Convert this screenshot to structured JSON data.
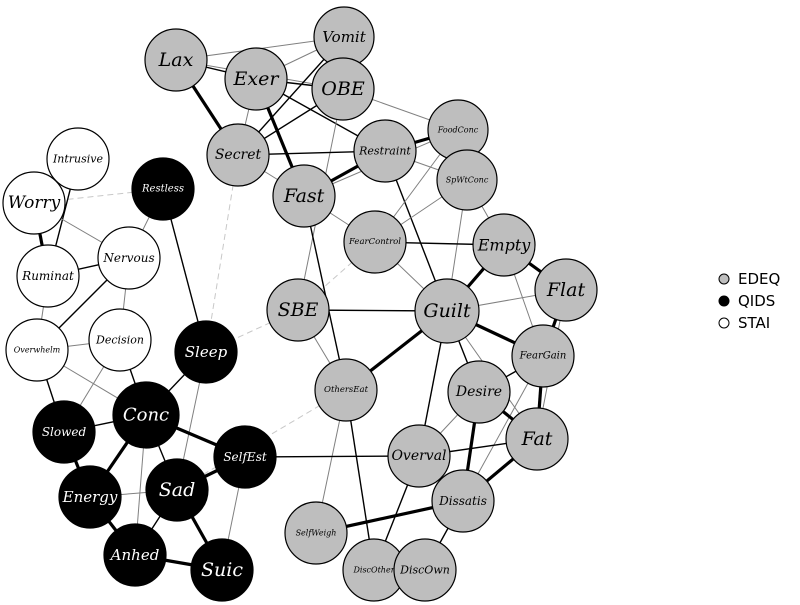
{
  "colors": {
    "EDEQ": "#bebebe",
    "QIDS": "#000000",
    "STAI": "#ffffff",
    "node_stroke": "#000000",
    "edge_dark": "#000000",
    "edge_mid": "#808080",
    "edge_light": "#c8c8c8"
  },
  "legend": [
    {
      "group": "EDEQ",
      "label": "EDEQ"
    },
    {
      "group": "QIDS",
      "label": "QIDS"
    },
    {
      "group": "STAI",
      "label": "STAI"
    }
  ],
  "nodes": [
    {
      "id": "Lax",
      "label": "Lax",
      "group": "EDEQ"
    },
    {
      "id": "Exer",
      "label": "Exer",
      "group": "EDEQ"
    },
    {
      "id": "Vomit",
      "label": "Vomit",
      "group": "EDEQ"
    },
    {
      "id": "OBE",
      "label": "OBE",
      "group": "EDEQ"
    },
    {
      "id": "Secret",
      "label": "Secret",
      "group": "EDEQ"
    },
    {
      "id": "Restraint",
      "label": "Restraint",
      "group": "EDEQ"
    },
    {
      "id": "FoodConc",
      "label": "FoodConc",
      "group": "EDEQ"
    },
    {
      "id": "Fast",
      "label": "Fast",
      "group": "EDEQ"
    },
    {
      "id": "SpWtConc",
      "label": "SpWtConc",
      "group": "EDEQ"
    },
    {
      "id": "FearControl",
      "label": "FearControl",
      "group": "EDEQ"
    },
    {
      "id": "Empty",
      "label": "Empty",
      "group": "EDEQ"
    },
    {
      "id": "Flat",
      "label": "Flat",
      "group": "EDEQ"
    },
    {
      "id": "SBE",
      "label": "SBE",
      "group": "EDEQ"
    },
    {
      "id": "Guilt",
      "label": "Guilt",
      "group": "EDEQ"
    },
    {
      "id": "FearGain",
      "label": "FearGain",
      "group": "EDEQ"
    },
    {
      "id": "OthersEat",
      "label": "OthersEat",
      "group": "EDEQ"
    },
    {
      "id": "Desire",
      "label": "Desire",
      "group": "EDEQ"
    },
    {
      "id": "Fat",
      "label": "Fat",
      "group": "EDEQ"
    },
    {
      "id": "Overval",
      "label": "Overval",
      "group": "EDEQ"
    },
    {
      "id": "Dissatis",
      "label": "Dissatis",
      "group": "EDEQ"
    },
    {
      "id": "SelfWeigh",
      "label": "SelfWeigh",
      "group": "EDEQ"
    },
    {
      "id": "DiscOther",
      "label": "DiscOther",
      "group": "EDEQ"
    },
    {
      "id": "DiscOwn",
      "label": "DiscOwn",
      "group": "EDEQ"
    },
    {
      "id": "Restless",
      "label": "Restless",
      "group": "QIDS"
    },
    {
      "id": "Sleep",
      "label": "Sleep",
      "group": "QIDS"
    },
    {
      "id": "Conc",
      "label": "Conc",
      "group": "QIDS"
    },
    {
      "id": "Slowed",
      "label": "Slowed",
      "group": "QIDS"
    },
    {
      "id": "SelfEst",
      "label": "SelfEst",
      "group": "QIDS"
    },
    {
      "id": "Energy",
      "label": "Energy",
      "group": "QIDS"
    },
    {
      "id": "Sad",
      "label": "Sad",
      "group": "QIDS"
    },
    {
      "id": "Anhed",
      "label": "Anhed",
      "group": "QIDS"
    },
    {
      "id": "Suic",
      "label": "Suic",
      "group": "QIDS"
    },
    {
      "id": "Intrusive",
      "label": "Intrusive",
      "group": "STAI"
    },
    {
      "id": "Worry",
      "label": "Worry",
      "group": "STAI"
    },
    {
      "id": "Nervous",
      "label": "Nervous",
      "group": "STAI"
    },
    {
      "id": "Ruminat",
      "label": "Ruminat",
      "group": "STAI"
    },
    {
      "id": "Overwhelm",
      "label": "Overwhelm",
      "group": "STAI"
    },
    {
      "id": "Decision",
      "label": "Decision",
      "group": "STAI"
    }
  ],
  "edges": [
    {
      "from": "Lax",
      "to": "Exer",
      "strength": "mid"
    },
    {
      "from": "Lax",
      "to": "Vomit",
      "strength": "weak"
    },
    {
      "from": "Lax",
      "to": "Secret",
      "strength": "strong"
    },
    {
      "from": "Lax",
      "to": "OBE",
      "strength": "weak"
    },
    {
      "from": "Exer",
      "to": "Vomit",
      "strength": "weak"
    },
    {
      "from": "Exer",
      "to": "OBE",
      "strength": "mid"
    },
    {
      "from": "Exer",
      "to": "Fast",
      "strength": "strong"
    },
    {
      "from": "Exer",
      "to": "Restraint",
      "strength": "mid"
    },
    {
      "from": "Exer",
      "to": "Secret",
      "strength": "weak"
    },
    {
      "from": "Vomit",
      "to": "OBE",
      "strength": "mid"
    },
    {
      "from": "Vomit",
      "to": "Secret",
      "strength": "mid"
    },
    {
      "from": "OBE",
      "to": "Secret",
      "strength": "mid"
    },
    {
      "from": "OBE",
      "to": "FoodConc",
      "strength": "weak"
    },
    {
      "from": "OBE",
      "to": "SBE",
      "strength": "weak"
    },
    {
      "from": "Secret",
      "to": "Restraint",
      "strength": "mid"
    },
    {
      "from": "Secret",
      "to": "Fast",
      "strength": "weak"
    },
    {
      "from": "Secret",
      "to": "Sleep",
      "strength": "light"
    },
    {
      "from": "Restraint",
      "to": "FoodConc",
      "strength": "strong"
    },
    {
      "from": "Restraint",
      "to": "Fast",
      "strength": "strong"
    },
    {
      "from": "Restraint",
      "to": "Guilt",
      "strength": "mid"
    },
    {
      "from": "Restraint",
      "to": "SpWtConc",
      "strength": "weak"
    },
    {
      "from": "FoodConc",
      "to": "SpWtConc",
      "strength": "weak"
    },
    {
      "from": "FoodConc",
      "to": "FearControl",
      "strength": "weak"
    },
    {
      "from": "FoodConc",
      "to": "Fast",
      "strength": "weak"
    },
    {
      "from": "SpWtConc",
      "to": "Empty",
      "strength": "weak"
    },
    {
      "from": "SpWtConc",
      "to": "FearControl",
      "strength": "weak"
    },
    {
      "from": "SpWtConc",
      "to": "Guilt",
      "strength": "weak"
    },
    {
      "from": "Fast",
      "to": "FearControl",
      "strength": "weak"
    },
    {
      "from": "Fast",
      "to": "OthersEat",
      "strength": "mid"
    },
    {
      "from": "FearControl",
      "to": "Empty",
      "strength": "mid"
    },
    {
      "from": "FearControl",
      "to": "Guilt",
      "strength": "weak"
    },
    {
      "from": "FearControl",
      "to": "SBE",
      "strength": "light"
    },
    {
      "from": "Empty",
      "to": "Flat",
      "strength": "strong"
    },
    {
      "from": "Empty",
      "to": "Guilt",
      "strength": "strong"
    },
    {
      "from": "Empty",
      "to": "FearGain",
      "strength": "weak"
    },
    {
      "from": "Flat",
      "to": "FearGain",
      "strength": "strong"
    },
    {
      "from": "Flat",
      "to": "Fat",
      "strength": "weak"
    },
    {
      "from": "Flat",
      "to": "Guilt",
      "strength": "weak"
    },
    {
      "from": "SBE",
      "to": "Guilt",
      "strength": "mid"
    },
    {
      "from": "SBE",
      "to": "Sleep",
      "strength": "light"
    },
    {
      "from": "Guilt",
      "to": "FearGain",
      "strength": "strong"
    },
    {
      "from": "Guilt",
      "to": "OthersEat",
      "strength": "strong"
    },
    {
      "from": "Guilt",
      "to": "Desire",
      "strength": "mid"
    },
    {
      "from": "Guilt",
      "to": "Overval",
      "strength": "mid"
    },
    {
      "from": "Guilt",
      "to": "Fat",
      "strength": "weak"
    },
    {
      "from": "FearGain",
      "to": "Desire",
      "strength": "mid"
    },
    {
      "from": "FearGain",
      "to": "Fat",
      "strength": "strong"
    },
    {
      "from": "FearGain",
      "to": "Dissatis",
      "strength": "weak"
    },
    {
      "from": "Desire",
      "to": "Fat",
      "strength": "strong"
    },
    {
      "from": "Desire",
      "to": "Dissatis",
      "strength": "strong"
    },
    {
      "from": "Desire",
      "to": "Overval",
      "strength": "weak"
    },
    {
      "from": "Fat",
      "to": "Dissatis",
      "strength": "strong"
    },
    {
      "from": "Fat",
      "to": "Overval",
      "strength": "mid"
    },
    {
      "from": "Overval",
      "to": "Dissatis",
      "strength": "strong"
    },
    {
      "from": "Overval",
      "to": "DiscOther",
      "strength": "mid"
    },
    {
      "from": "Dissatis",
      "to": "DiscOwn",
      "strength": "mid"
    },
    {
      "from": "Dissatis",
      "to": "SelfWeigh",
      "strength": "strong"
    },
    {
      "from": "DiscOther",
      "to": "DiscOwn",
      "strength": "mid"
    },
    {
      "from": "OthersEat",
      "to": "DiscOther",
      "strength": "mid"
    },
    {
      "from": "OthersEat",
      "to": "SelfWeigh",
      "strength": "weak"
    },
    {
      "from": "OthersEat",
      "to": "SBE",
      "strength": "weak"
    },
    {
      "from": "OthersEat",
      "to": "Sad",
      "strength": "light"
    },
    {
      "from": "SelfEst",
      "to": "Overval",
      "strength": "mid"
    },
    {
      "from": "Restless",
      "to": "Sleep",
      "strength": "mid"
    },
    {
      "from": "Restless",
      "to": "Nervous",
      "strength": "weak"
    },
    {
      "from": "Restless",
      "to": "Worry",
      "strength": "light"
    },
    {
      "from": "Sleep",
      "to": "Conc",
      "strength": "mid"
    },
    {
      "from": "Sleep",
      "to": "Sad",
      "strength": "weak"
    },
    {
      "from": "Conc",
      "to": "Slowed",
      "strength": "mid"
    },
    {
      "from": "Conc",
      "to": "SelfEst",
      "strength": "strong"
    },
    {
      "from": "Conc",
      "to": "Energy",
      "strength": "strong"
    },
    {
      "from": "Conc",
      "to": "Sad",
      "strength": "mid"
    },
    {
      "from": "Conc",
      "to": "Decision",
      "strength": "mid"
    },
    {
      "from": "Conc",
      "to": "Anhed",
      "strength": "weak"
    },
    {
      "from": "Slowed",
      "to": "Energy",
      "strength": "strong"
    },
    {
      "from": "Slowed",
      "to": "Overwhelm",
      "strength": "weak"
    },
    {
      "from": "Energy",
      "to": "Anhed",
      "strength": "strong"
    },
    {
      "from": "Energy",
      "to": "Sad",
      "strength": "weak"
    },
    {
      "from": "SelfEst",
      "to": "Sad",
      "strength": "strong"
    },
    {
      "from": "SelfEst",
      "to": "Suic",
      "strength": "weak"
    },
    {
      "from": "Sad",
      "to": "Suic",
      "strength": "strong"
    },
    {
      "from": "Sad",
      "to": "Anhed",
      "strength": "mid"
    },
    {
      "from": "Anhed",
      "to": "Suic",
      "strength": "strong"
    },
    {
      "from": "Intrusive",
      "to": "Worry",
      "strength": "weak"
    },
    {
      "from": "Intrusive",
      "to": "Ruminat",
      "strength": "mid"
    },
    {
      "from": "Worry",
      "to": "Ruminat",
      "strength": "strong"
    },
    {
      "from": "Worry",
      "to": "Nervous",
      "strength": "weak"
    },
    {
      "from": "Ruminat",
      "to": "Nervous",
      "strength": "mid"
    },
    {
      "from": "Ruminat",
      "to": "Overwhelm",
      "strength": "weak"
    },
    {
      "from": "Nervous",
      "to": "Overwhelm",
      "strength": "mid"
    },
    {
      "from": "Nervous",
      "to": "Decision",
      "strength": "weak"
    },
    {
      "from": "Overwhelm",
      "to": "Decision",
      "strength": "weak"
    },
    {
      "from": "Overwhelm",
      "to": "Conc",
      "strength": "weak"
    },
    {
      "from": "Decision",
      "to": "Slowed",
      "strength": "weak"
    },
    {
      "from": "Overwhelm",
      "to": "Slowed",
      "strength": "mid"
    }
  ]
}
